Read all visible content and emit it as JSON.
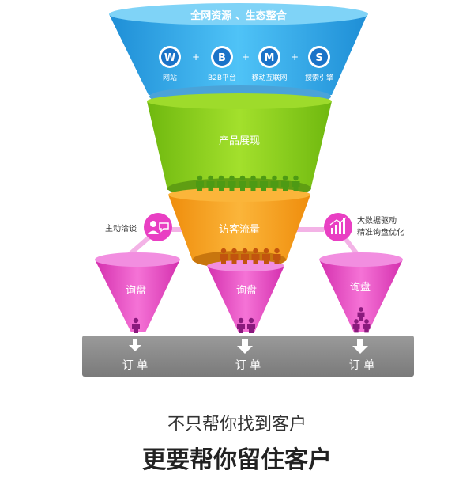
{
  "funnel": {
    "top_title": "全网资源 、生态整合",
    "channels": [
      {
        "letter": "W",
        "label": "网站"
      },
      {
        "letter": "B",
        "label": "B2B平台"
      },
      {
        "letter": "M",
        "label": "移动互联网"
      },
      {
        "letter": "S",
        "label": "搜索引擎"
      }
    ],
    "plus_sign": "+",
    "stage2_label": "产品展现",
    "stage3_label": "访客流量"
  },
  "side_left": {
    "label": "主动洽谈"
  },
  "side_right": {
    "label_line1": "大数据驱动",
    "label_line2": "精准询盘优化"
  },
  "small_funnels": [
    {
      "label": "询盘"
    },
    {
      "label": "询盘"
    },
    {
      "label": "询盘"
    }
  ],
  "orders": [
    {
      "label": "订 单"
    },
    {
      "label": "订 单"
    },
    {
      "label": "订 单"
    }
  ],
  "tagline": {
    "line1": "不只帮你找到客户",
    "line2": "更要帮你留住客户"
  },
  "colors": {
    "blue": "#27a5e6",
    "green": "#8ed01b",
    "orange": "#f5a21b",
    "magenta": "#e93fc3",
    "gray_bar": "#8a8a8a",
    "person_green": "#4d9a14",
    "person_orange": "#c2540e",
    "person_purple": "#8a1a7d",
    "icon_blue": "#1a73c8"
  }
}
